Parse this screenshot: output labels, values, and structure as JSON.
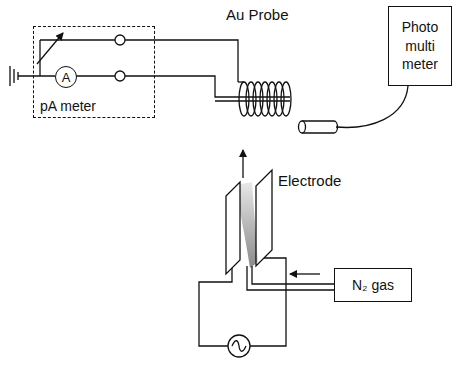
{
  "diagram": {
    "nodes": [
      {
        "text": [
          "pA meter"
        ]
      },
      {
        "text": [
          "A"
        ],
        "in": 0
      },
      {
        "text": [
          "Photo multi meter"
        ]
      },
      {
        "text": [
          "N₂ gas"
        ]
      }
    ],
    "labels": [
      "Au Probe",
      "Electrode"
    ]
  }
}
